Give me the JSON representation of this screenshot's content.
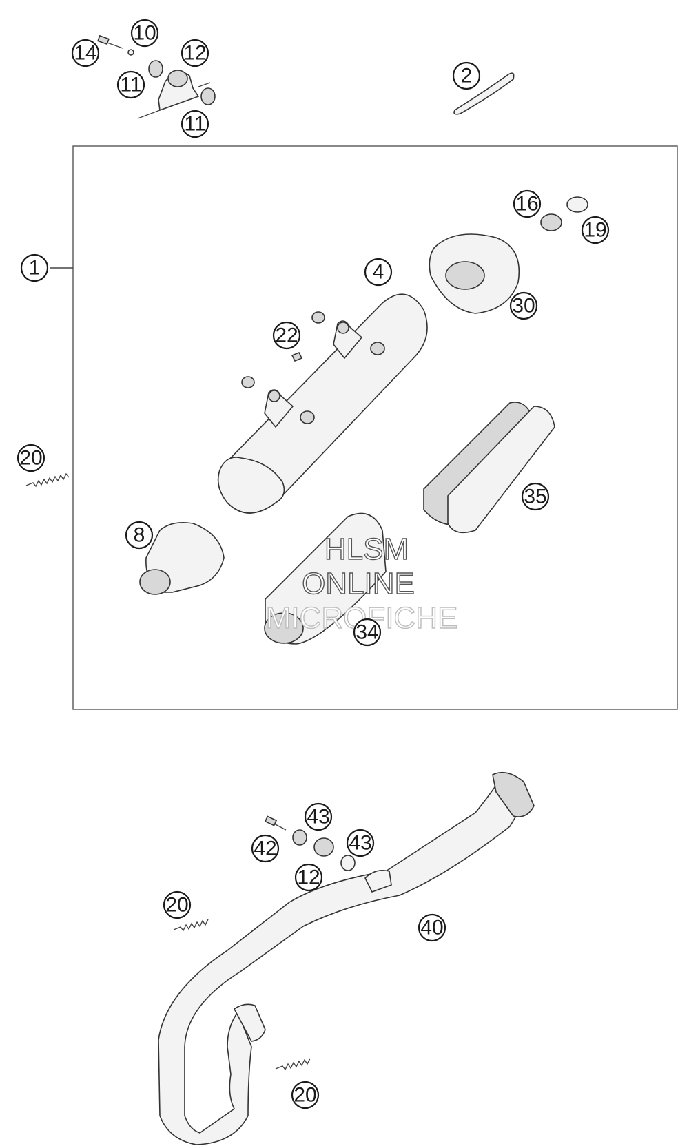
{
  "callouts": {
    "c14": "14",
    "c10": "10",
    "c12a": "12",
    "c11a": "11",
    "c11b": "11",
    "c2": "2",
    "c1": "1",
    "c16": "16",
    "c19": "19",
    "c4": "4",
    "c30": "30",
    "c22": "22",
    "c20a": "20",
    "c35": "35",
    "c8": "8",
    "c34": "34",
    "c43a": "43",
    "c42": "42",
    "c43b": "43",
    "c12b": "12",
    "c40": "40",
    "c20b": "20",
    "c20c": "20"
  },
  "watermark": {
    "line1": "HLSM",
    "line2": "ONLINE",
    "line3": "MICROFICHE"
  }
}
